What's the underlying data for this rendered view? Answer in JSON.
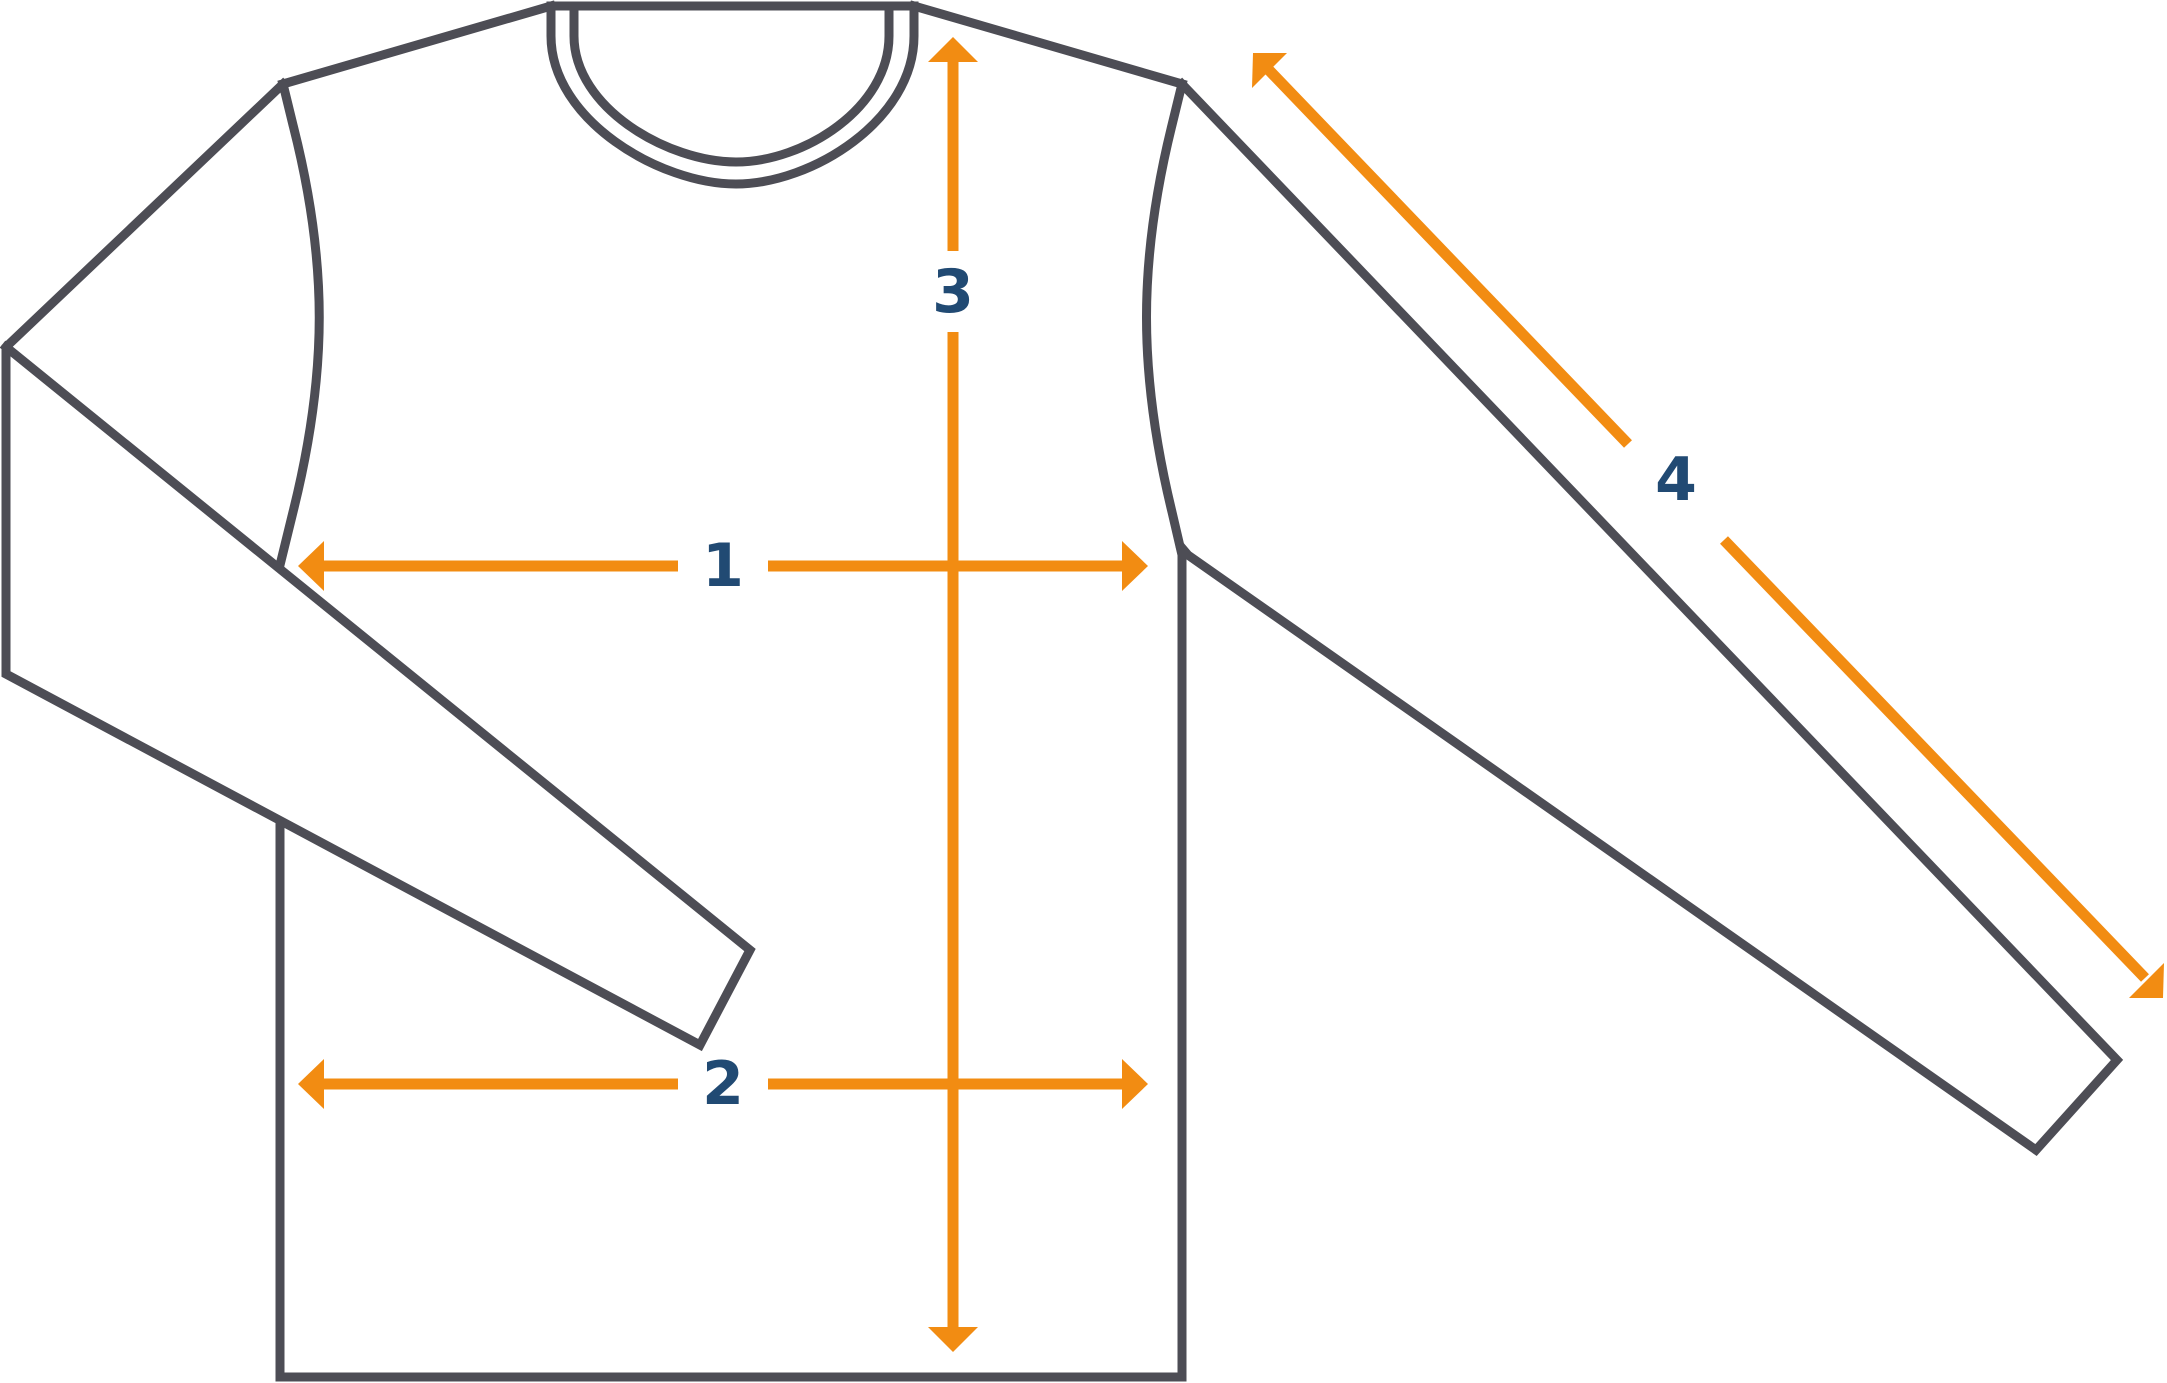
{
  "colors": {
    "outline": "#4d4d55",
    "measure": "#f28c12",
    "label": "#214a73",
    "background": "#ffffff"
  },
  "garment": "long-sleeve-tshirt",
  "measurements": [
    {
      "id": "1",
      "label": "1"
    },
    {
      "id": "2",
      "label": "2"
    },
    {
      "id": "3",
      "label": "3"
    },
    {
      "id": "4",
      "label": "4"
    }
  ]
}
